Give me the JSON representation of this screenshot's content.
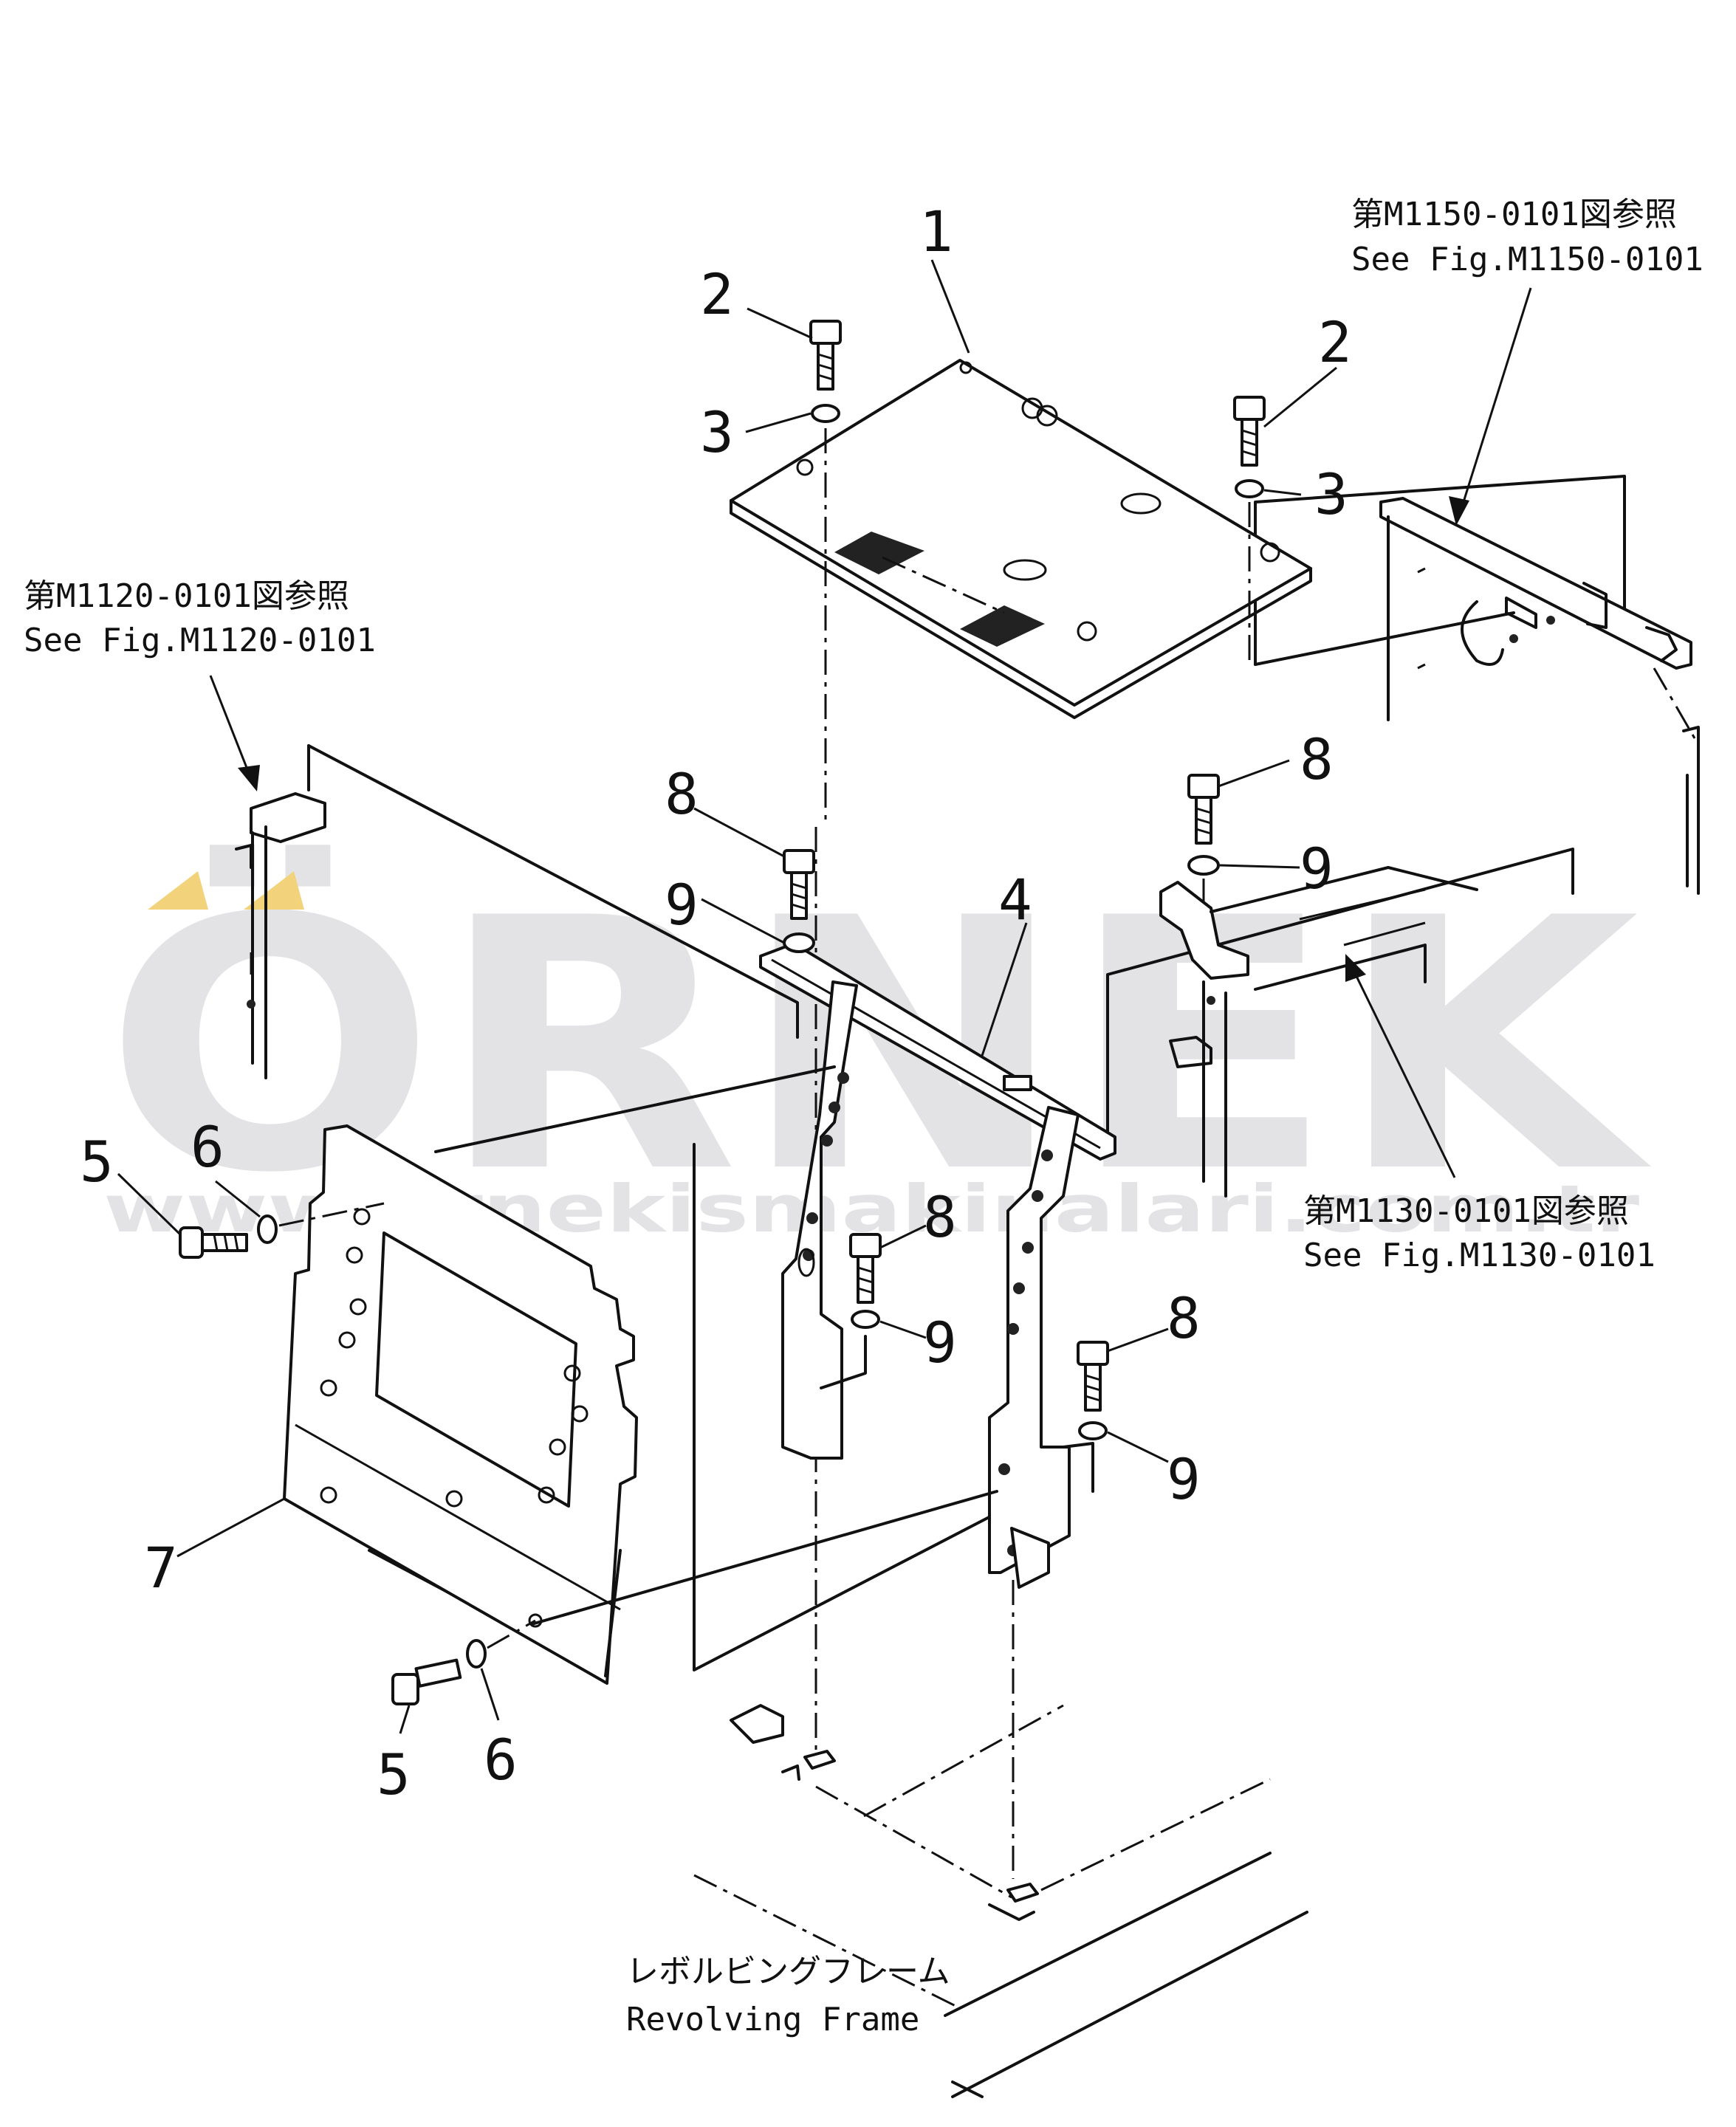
{
  "watermark": {
    "brand": "ÖRNEK",
    "url": "www.ornekismakinalari.com.tr"
  },
  "references": [
    {
      "jp": "第M1150-0101図参照",
      "en": "See Fig.M1150-0101"
    },
    {
      "jp": "第M1120-0101図参照",
      "en": "See Fig.M1120-0101"
    },
    {
      "jp": "第M1130-0101図参照",
      "en": "See Fig.M1130-0101"
    }
  ],
  "frame_label": {
    "jp": "レボルビングフレーム",
    "en": "Revolving Frame"
  },
  "callouts": {
    "c1": "1",
    "c2a": "2",
    "c2b": "2",
    "c3a": "3",
    "c3b": "3",
    "c4": "4",
    "c5a": "5",
    "c5b": "5",
    "c6a": "6",
    "c6b": "6",
    "c7": "7",
    "c8a": "8",
    "c8b": "8",
    "c8c": "8",
    "c8d": "8",
    "c9a": "9",
    "c9b": "9",
    "c9c": "9",
    "c9d": "9"
  },
  "colors": {
    "line": "#111111",
    "watermark_gray": "#e3e3e6",
    "watermark_accent": "#f2d27a",
    "background": "#ffffff"
  }
}
